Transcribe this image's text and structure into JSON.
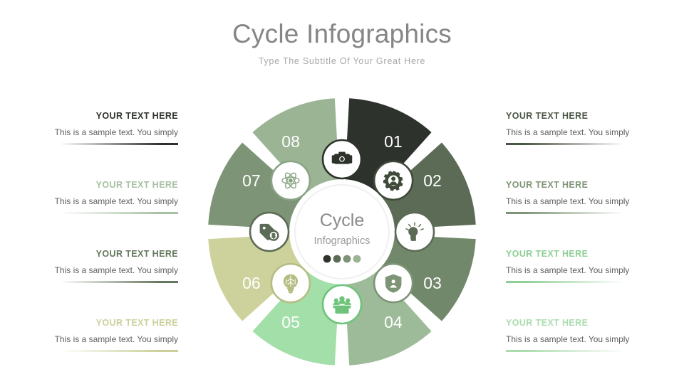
{
  "header": {
    "title": "Cycle Infographics",
    "subtitle": "Type The Subtitle Of Your Great Here"
  },
  "hub": {
    "line1": "Cycle",
    "line2": "Infographics",
    "dots": [
      "#2e322c",
      "#5c6b56",
      "#7e9476",
      "#9ab494"
    ]
  },
  "wheel": {
    "segments": [
      {
        "number": "01",
        "color": "#2e322c",
        "icon": "camera-icon",
        "icon_color": "#2e322c"
      },
      {
        "number": "02",
        "color": "#5c6b56",
        "icon": "gear-person-icon",
        "icon_color": "#3f4a3b"
      },
      {
        "number": "03",
        "color": "#71886a",
        "icon": "idea-head-icon",
        "icon_color": "#5c6b56"
      },
      {
        "number": "04",
        "color": "#9dbb98",
        "icon": "shield-person-icon",
        "icon_color": "#7e9476"
      },
      {
        "number": "05",
        "color": "#a3dfa8",
        "icon": "team-icon",
        "icon_color": "#6fc37a"
      },
      {
        "number": "06",
        "color": "#cdd19b",
        "icon": "brain-bulb-icon",
        "icon_color": "#b6bd82"
      },
      {
        "number": "07",
        "color": "#7e9476",
        "icon": "price-tag-icon",
        "icon_color": "#5c6b56"
      },
      {
        "number": "08",
        "color": "#9ab494",
        "icon": "atom-icon",
        "icon_color": "#8aa585"
      }
    ]
  },
  "blocks_left": [
    {
      "heading": "YOUR TEXT HERE",
      "body": "This is a sample text. You simply",
      "color": "#2e322c"
    },
    {
      "heading": "YOUR TEXT HERE",
      "body": "This is a sample text. You simply",
      "color": "#a7c0a2"
    },
    {
      "heading": "YOUR TEXT HERE",
      "body": "This is a sample text. You simply",
      "color": "#64775e"
    },
    {
      "heading": "YOUR TEXT HERE",
      "body": "This is a sample text. You simply",
      "color": "#cbd09a"
    }
  ],
  "blocks_right": [
    {
      "heading": "YOUR TEXT HERE",
      "body": "This is a sample text. You simply",
      "color": "#4a5645"
    },
    {
      "heading": "YOUR TEXT HERE",
      "body": "This is a sample text. You simply",
      "color": "#77897112"
    },
    {
      "heading": "YOUR TEXT HERE",
      "body": "This is a sample text. You simply",
      "color": "#8fcf95"
    },
    {
      "heading": "YOUR TEXT HERE",
      "body": "This is a sample text. You simply",
      "color": "#aadcae"
    }
  ],
  "block_colors_right_fix": [
    "#4a5645",
    "#7e9476",
    "#8fcf95",
    "#aadcae"
  ]
}
